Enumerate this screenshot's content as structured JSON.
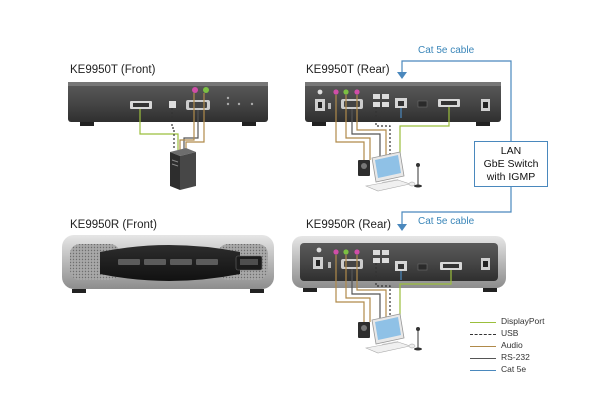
{
  "labels": {
    "front_t": "KE9950T (Front)",
    "rear_t": "KE9950T (Rear)",
    "front_r": "KE9950R (Front)",
    "rear_r": "KE9950R (Rear)"
  },
  "cable_labels": {
    "top": "Cat 5e cable",
    "bottom": "Cat 5e cable"
  },
  "lan_switch": {
    "line1": "LAN",
    "line2": "GbE Switch",
    "line3": "with IGMP"
  },
  "legend": [
    {
      "label": "DisplayPort",
      "color": "#9bbf3c",
      "style": "solid"
    },
    {
      "label": "USB",
      "color": "#333333",
      "style": "dashed"
    },
    {
      "label": "Audio",
      "color": "#b08a4a",
      "style": "solid"
    },
    {
      "label": "RS-232",
      "color": "#555555",
      "style": "solid"
    },
    {
      "label": "Cat 5e",
      "color": "#4a88bd",
      "style": "solid"
    }
  ],
  "icons": [
    "computer-tower-icon",
    "workstation-icon",
    "speaker-icon",
    "microphone-icon",
    "keyboard-icon",
    "mouse-icon"
  ]
}
